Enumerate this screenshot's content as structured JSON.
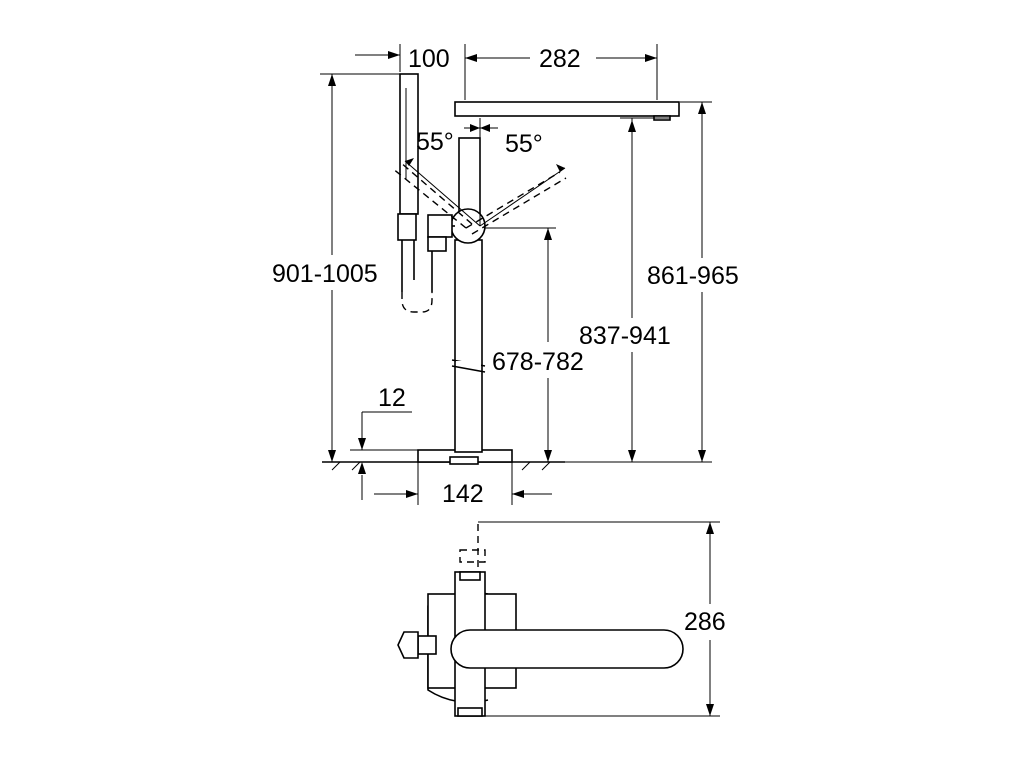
{
  "dimensions": {
    "handshower_width": "100",
    "spout_reach": "282",
    "handle_angle_left": "55°",
    "handle_angle_right": "55°",
    "total_height": "901-1005",
    "spout_top_height": "861-965",
    "spout_outlet_height": "837-941",
    "handle_axis_height": "678-782",
    "base_thickness": "12",
    "base_width": "142",
    "plan_depth": "286"
  }
}
